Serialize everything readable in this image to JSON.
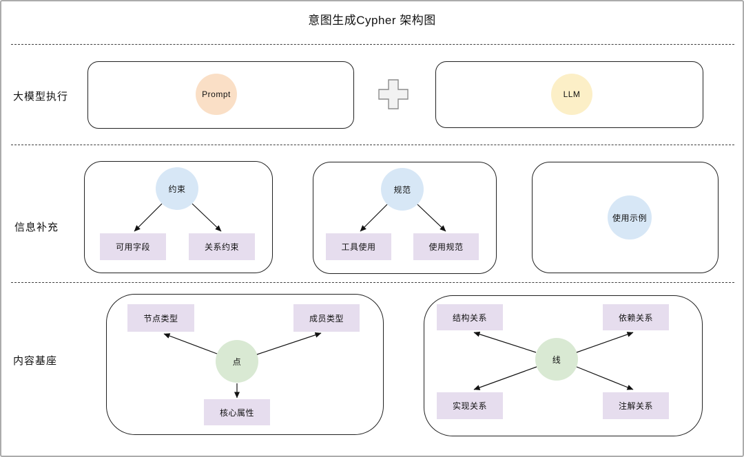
{
  "title": "意图生成Cypher 架构图",
  "rows": {
    "execution": {
      "label": "大模型执行",
      "prompt": "Prompt",
      "llm": "LLM",
      "plus_icon": "plus"
    },
    "supplement": {
      "label": "信息补充",
      "constraint": {
        "hub": "约束",
        "children": [
          "可用字段",
          "关系约束"
        ]
      },
      "spec": {
        "hub": "规范",
        "children": [
          "工具使用",
          "使用规范"
        ]
      },
      "example": {
        "hub": "使用示例"
      }
    },
    "foundation": {
      "label": "内容基座",
      "dot": {
        "hub": "点",
        "children": [
          "节点类型",
          "成员类型",
          "核心属性"
        ]
      },
      "line": {
        "hub": "线",
        "children": [
          "结构关系",
          "依赖关系",
          "实现关系",
          "注解关系"
        ]
      }
    }
  },
  "colors": {
    "prompt_circle": "#fadfc6",
    "llm_circle": "#fcefc7",
    "blue_circle": "#d7e7f6",
    "green_circle": "#d9e9d3",
    "purple_rect": "#e6ddee",
    "box_outline": "#1f1f1f",
    "divider": "#3c3c3c",
    "canvas_border": "#ababab"
  }
}
